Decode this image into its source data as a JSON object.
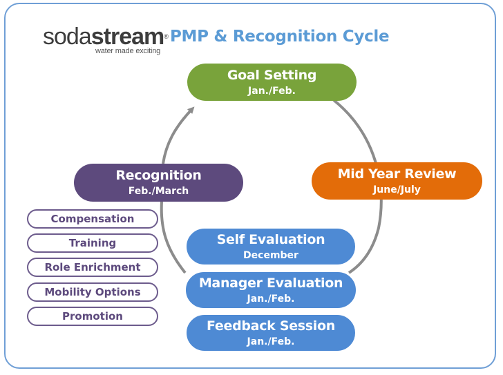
{
  "logo": {
    "brand_light": "soda",
    "brand_bold": "stream",
    "registered": "®",
    "tagline": "water made exciting"
  },
  "title": "PMP & Recognition Cycle",
  "colors": {
    "frame": "#6f9fd6",
    "title": "#5b9bd5",
    "goal": "#79a33b",
    "mid_year": "#e36c09",
    "recognition": "#5d4a7d",
    "evaluation": "#4e8ad4",
    "cycle_line": "#8c8c8c"
  },
  "stages": {
    "goal": {
      "label": "Goal Setting",
      "period": "Jan./Feb."
    },
    "mid_year": {
      "label": "Mid Year Review",
      "period": "June/July"
    },
    "self_eval": {
      "label": "Self Evaluation",
      "period": "December"
    },
    "manager_eval": {
      "label": "Manager Evaluation",
      "period": "Jan./Feb."
    },
    "feedback": {
      "label": "Feedback Session",
      "period": "Jan./Feb."
    },
    "recognition": {
      "label": "Recognition",
      "period": "Feb./March"
    }
  },
  "recognition_options": [
    "Compensation",
    "Training",
    "Role Enrichment",
    "Mobility Options",
    "Promotion"
  ]
}
